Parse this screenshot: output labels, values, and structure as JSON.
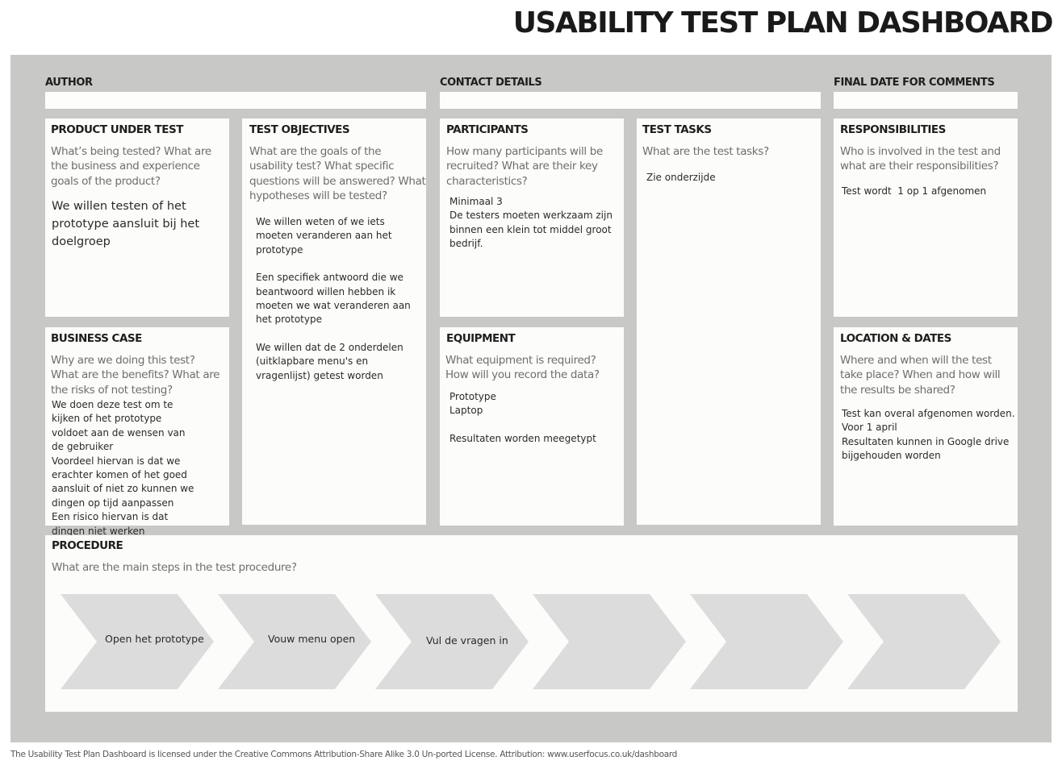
{
  "header": {
    "title": "USABILITY TEST PLAN DASHBOARD"
  },
  "top_fields": {
    "author": {
      "label": "AUTHOR",
      "value": ""
    },
    "contact": {
      "label": "CONTACT DETAILS",
      "value": ""
    },
    "final_date": {
      "label": "FINAL DATE FOR COMMENTS",
      "value": ""
    }
  },
  "product_under_test": {
    "heading": "PRODUCT UNDER TEST",
    "prompt": "What’s being tested? What are the business and experience goals of the product?",
    "answer": "We willen testen of het prototype aansluit bij het doelgroep"
  },
  "test_objectives": {
    "heading": "TEST OBJECTIVES",
    "prompt": "What are the goals of the usability test? What specific questions will be answered? What hypotheses will be tested?",
    "answers": [
      "We willen weten of we iets moeten veranderen aan het prototype",
      "Een specifiek antwoord die we beantwoord willen hebben ik moeten we wat veranderen aan het prototype",
      "We willen dat de 2 onderdelen (uitklapbare menu's en vragenlijst) getest worden"
    ]
  },
  "participants": {
    "heading": "PARTICIPANTS",
    "prompt": "How many participants will be recruited? What are their key characteristics?",
    "answer": "Minimaal 3\nDe testers moeten werkzaam zijn binnen een klein tot middel groot bedrijf."
  },
  "test_tasks": {
    "heading": "TEST TASKS",
    "prompt": "What are the test tasks?",
    "answer": "Zie onderzijde"
  },
  "responsibilities": {
    "heading": "RESPONSIBILITIES",
    "prompt": "Who is involved in the test and what are their responsibilities?",
    "answer": "Test wordt  1 op 1 afgenomen"
  },
  "business_case": {
    "heading": "BUSINESS CASE",
    "prompt": "Why are we doing this test? What are the benefits? What are the risks of not testing?",
    "answer": "We doen deze test om te kijken of het prototype voldoet aan de wensen van de gebruiker\nVoordeel hiervan is dat we erachter komen of het goed aansluit of niet zo kunnen we dingen op tijd aanpassen\nEen risico hiervan is dat dingen niet werken"
  },
  "equipment": {
    "heading": "EQUIPMENT",
    "prompt": "What equipment is required? How will you record the data?",
    "answer": "Prototype\nLaptop\n\nResultaten worden meegetypt"
  },
  "location_dates": {
    "heading": "LOCATION & DATES",
    "prompt": "Where and when will the test take place? When and how will the results be shared?",
    "answer": "Test kan overal afgenomen worden.\nVoor 1 april\nResultaten kunnen in Google drive bijgehouden worden"
  },
  "procedure": {
    "heading": "PROCEDURE",
    "prompt": "What are the main steps in the test procedure?",
    "steps": [
      "Open het prototype",
      "Vouw menu open",
      "Vul de vragen in",
      "",
      "",
      ""
    ]
  },
  "footer": {
    "license": "The Usability Test Plan Dashboard is licensed under the Creative Commons Attribution-Share Alike 3.0 Un-ported License. Attribution: www.userfocus.co.uk/dashboard"
  },
  "colors": {
    "sheet": "#c8c8c6",
    "box": "#fcfcfa",
    "step": "#dcdcdc",
    "prompt_text": "#6e6e6e"
  }
}
